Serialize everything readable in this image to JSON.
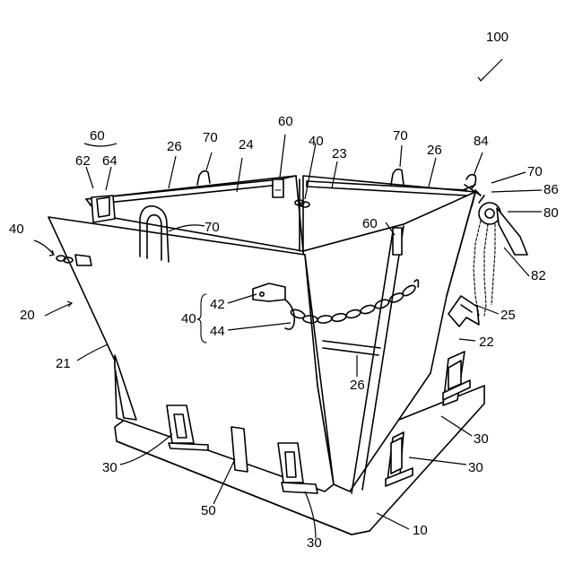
{
  "labels": {
    "ref_100": "100",
    "ref_60_top": "60",
    "ref_62": "62",
    "ref_64": "64",
    "ref_26_left": "26",
    "ref_70_tl": "70",
    "ref_24": "24",
    "ref_60_mid": "60",
    "ref_40_top": "40",
    "ref_23": "23",
    "ref_70_tr": "70",
    "ref_26_right": "26",
    "ref_84": "84",
    "ref_70_right": "70",
    "ref_86": "86",
    "ref_80": "80",
    "ref_40_left": "40",
    "ref_70_handle": "70",
    "ref_60_side": "60",
    "ref_82": "82",
    "ref_20": "20",
    "ref_42": "42",
    "ref_40_chain": "40",
    "ref_44": "44",
    "ref_25": "25",
    "ref_22": "22",
    "ref_21": "21",
    "ref_26_bottom": "26",
    "ref_30_r1": "30",
    "ref_30_r2": "30",
    "ref_30_left": "30",
    "ref_50": "50",
    "ref_30_bottom": "30",
    "ref_10": "10"
  }
}
